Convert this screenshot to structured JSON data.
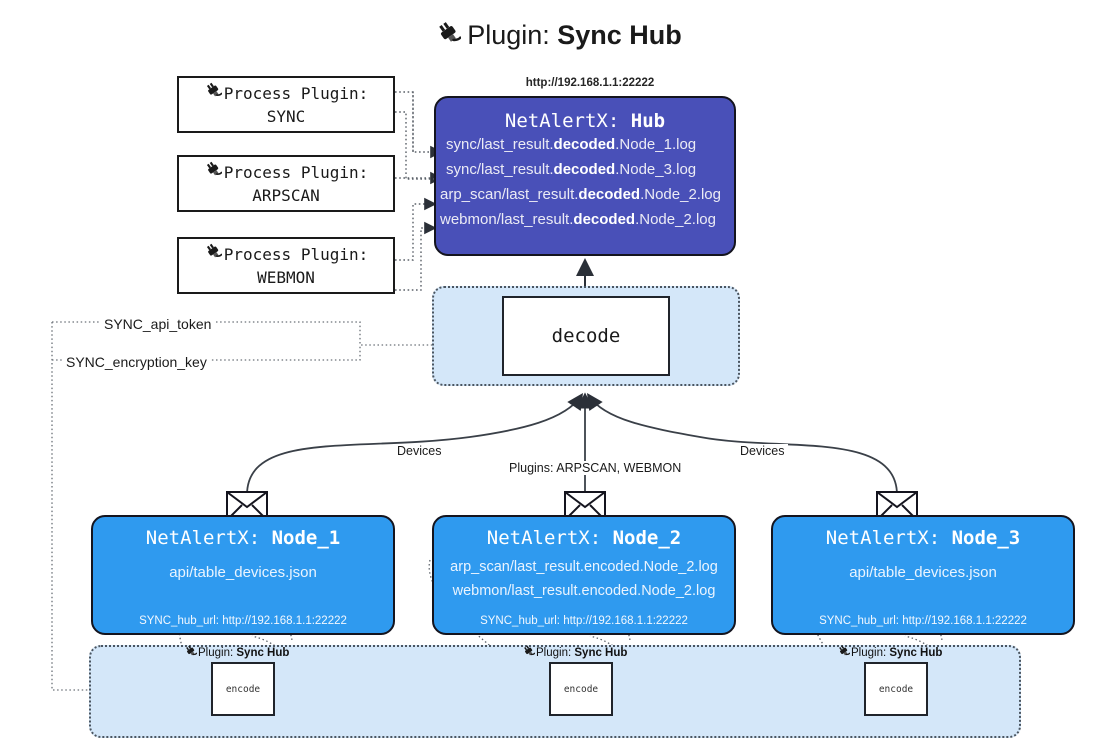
{
  "header": {
    "icon": "plug-icon",
    "prefix": "Plugin:",
    "name": "Sync Hub"
  },
  "process_plugins": [
    {
      "icon": "plug-icon",
      "caption": "Process Plugin:",
      "name": "SYNC"
    },
    {
      "icon": "plug-icon",
      "caption": "Process Plugin:",
      "name": "ARPSCAN"
    },
    {
      "icon": "plug-icon",
      "caption": "Process Plugin:",
      "name": "WEBMON"
    }
  ],
  "hub": {
    "url": "http://192.168.1.1:22222",
    "title_prefix": "NetAlertX:",
    "title_name": "Hub",
    "rows": [
      {
        "pre": "sync/last_result.",
        "mid": "decoded",
        "post": ".Node_1.log"
      },
      {
        "pre": "sync/last_result.",
        "mid": "decoded",
        "post": ".Node_3.log"
      },
      {
        "pre": "arp_scan/last_result.",
        "mid": "decoded",
        "post": ".Node_2.log"
      },
      {
        "pre": "webmon/last_result.",
        "mid": "decoded",
        "post": ".Node_2.log"
      }
    ]
  },
  "decode": {
    "label": "decode"
  },
  "params": {
    "api_token": "SYNC_api_token",
    "encryption_key": "SYNC_encryption_key"
  },
  "edge_labels": {
    "devices_left": "Devices",
    "devices_right": "Devices",
    "plugins_center": "Plugins: ARPSCAN, WEBMON"
  },
  "nodes": [
    {
      "title_prefix": "NetAlertX:",
      "title_name": "Node_1",
      "lines": [
        "api/table_devices.json"
      ],
      "footer": "SYNC_hub_url: http://192.168.1.1:22222",
      "envelope_icon": "envelope-icon"
    },
    {
      "title_prefix": "NetAlertX:",
      "title_name": "Node_2",
      "lines": [
        "arp_scan/last_result.encoded.Node_2.log",
        "webmon/last_result.encoded.Node_2.log"
      ],
      "footer": "SYNC_hub_url: http://192.168.1.1:22222",
      "envelope_icon": "envelope-icon"
    },
    {
      "title_prefix": "NetAlertX:",
      "title_name": "Node_3",
      "lines": [
        "api/table_devices.json"
      ],
      "footer": "SYNC_hub_url: http://192.168.1.1:22222",
      "envelope_icon": "envelope-icon"
    }
  ],
  "encoders": [
    {
      "icon": "plug-icon",
      "cap_prefix": "Plugin:",
      "cap_name": "Sync Hub",
      "label": "encode"
    },
    {
      "icon": "plug-icon",
      "cap_prefix": "Plugin:",
      "cap_name": "Sync Hub",
      "label": "encode"
    },
    {
      "icon": "plug-icon",
      "cap_prefix": "Plugin:",
      "cap_name": "Sync Hub",
      "label": "encode"
    }
  ],
  "colors": {
    "hub_fill": "#4950b8",
    "node_fill": "#2f9aef",
    "cluster_fill": "#d4e7f9",
    "stroke": "#14141e",
    "dotted": "#4a5560"
  }
}
